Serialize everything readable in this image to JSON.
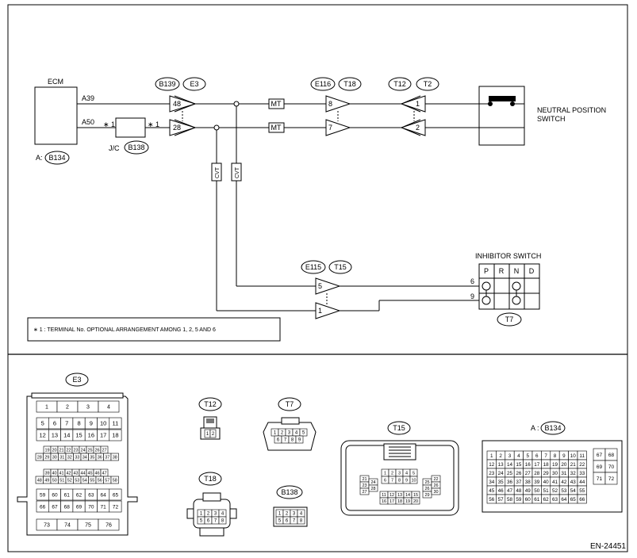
{
  "diagram_id": "EN-24451",
  "ecm": {
    "label": "ECM",
    "ref_prefix": "A:",
    "ref": "B134",
    "pin_a39": "A39",
    "pin_a50": "A50"
  },
  "jc": {
    "label": "J/C",
    "ref": "B138",
    "star_left": "∗ 1",
    "star_right": "∗ 1"
  },
  "connectors_top": {
    "b139": "B139",
    "e3": "E3",
    "e116": "E116",
    "t18": "T18",
    "t12": "T12",
    "t2": "T2",
    "pin48": "48",
    "pin28": "28",
    "pin8": "8",
    "pin7": "7",
    "pin1": "1",
    "pin2": "2"
  },
  "mt_label": "MT",
  "cvt_label": "CVT",
  "neutral_switch": {
    "line1": "NEUTRAL POSITION",
    "line2": "SWITCH"
  },
  "e115": "E115",
  "t15": "T15",
  "pin5": "5",
  "pin1b": "1",
  "inhibitor": {
    "label": "INHIBITOR SWITCH",
    "positions": [
      "P",
      "R",
      "N",
      "D"
    ],
    "pin6": "6",
    "pin9": "9",
    "ref": "T7"
  },
  "note": "∗ 1  : TERMINAL No. OPTIONAL ARRANGEMENT AMONG 1, 2, 5 AND 6",
  "bottom": {
    "e3": {
      "title": "E3",
      "rows": [
        [
          "1",
          "2",
          "3",
          "4"
        ],
        [
          "5",
          "6",
          "7",
          "8",
          "9",
          "10",
          "11"
        ],
        [
          "12",
          "13",
          "14",
          "15",
          "16",
          "17",
          "18"
        ],
        [
          "19",
          "20",
          "21",
          "22",
          "23",
          "24",
          "25",
          "26",
          "27"
        ],
        [
          "28",
          "29",
          "30",
          "31",
          "32",
          "33",
          "34",
          "35",
          "36",
          "37",
          "38"
        ],
        [
          "39",
          "40",
          "41",
          "42",
          "43",
          "44",
          "45",
          "46",
          "47"
        ],
        [
          "48",
          "49",
          "50",
          "51",
          "52",
          "53",
          "54",
          "55",
          "56",
          "57",
          "58"
        ],
        [
          "59",
          "60",
          "61",
          "62",
          "63",
          "64",
          "65"
        ],
        [
          "66",
          "67",
          "68",
          "69",
          "70",
          "71",
          "72"
        ],
        [
          "73",
          "74",
          "75",
          "76"
        ]
      ]
    },
    "t12": {
      "title": "T12",
      "pins": [
        "1",
        "2"
      ]
    },
    "t18": {
      "title": "T18",
      "rows": [
        [
          "1",
          "2",
          "3",
          "4"
        ],
        [
          "5",
          "6",
          "7",
          "8"
        ]
      ]
    },
    "t7": {
      "title": "T7",
      "rows": [
        [
          "1",
          "2",
          "3",
          "4",
          "5"
        ],
        [
          "6",
          "7",
          "8",
          "9"
        ]
      ]
    },
    "b138": {
      "title": "B138",
      "rows": [
        [
          "1",
          "2",
          "3",
          "4"
        ],
        [
          "5",
          "6",
          "7",
          "8"
        ]
      ]
    },
    "t15": {
      "title": "T15",
      "left_col1": [
        "21",
        "23",
        "27"
      ],
      "left_col2": [
        "24",
        "28"
      ],
      "top_row": [
        "1",
        "2",
        "3",
        "4",
        "5"
      ],
      "mid_row": [
        "6",
        "7",
        "8",
        "9",
        "10"
      ],
      "bot_row1": [
        "11",
        "12",
        "13",
        "14",
        "15"
      ],
      "bot_row2": [
        "16",
        "17",
        "18",
        "19",
        "20"
      ],
      "right_col1": [
        "25",
        "26",
        "29"
      ],
      "right_col2": [
        "22",
        "26",
        "30"
      ]
    },
    "b134": {
      "prefix": "A :",
      "title": "B134",
      "rows": [
        [
          "1",
          "2",
          "3",
          "4",
          "5",
          "6",
          "7",
          "8",
          "9",
          "10",
          "11"
        ],
        [
          "12",
          "13",
          "14",
          "15",
          "16",
          "17",
          "18",
          "19",
          "20",
          "21",
          "22"
        ],
        [
          "23",
          "24",
          "25",
          "26",
          "27",
          "28",
          "29",
          "30",
          "31",
          "32",
          "33"
        ],
        [
          "34",
          "35",
          "36",
          "37",
          "38",
          "39",
          "40",
          "41",
          "42",
          "43",
          "44"
        ],
        [
          "45",
          "46",
          "47",
          "48",
          "49",
          "50",
          "51",
          "52",
          "53",
          "54",
          "55"
        ],
        [
          "56",
          "57",
          "58",
          "59",
          "60",
          "61",
          "62",
          "63",
          "64",
          "65",
          "66"
        ]
      ],
      "side": [
        [
          "67",
          "68"
        ],
        [
          "69",
          "70"
        ],
        [
          "71",
          "72"
        ]
      ]
    }
  }
}
